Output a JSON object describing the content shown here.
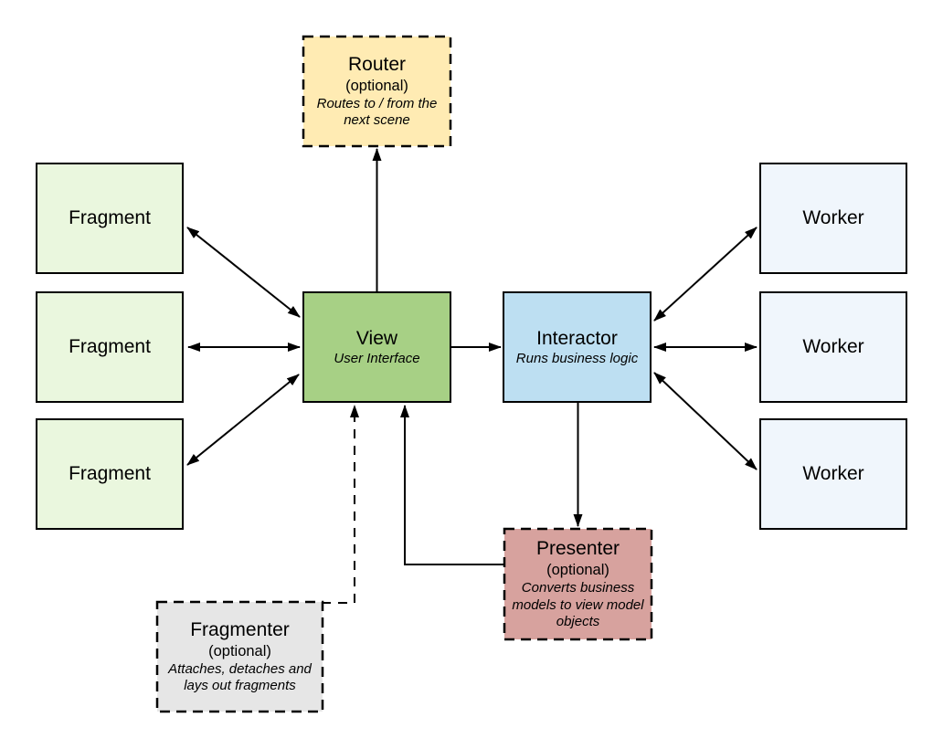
{
  "diagram": {
    "type": "architecture-diagram",
    "background": "#FFFFFF",
    "stroke_color": "#000000"
  },
  "nodes": {
    "router": {
      "title": "Router",
      "subtitle": "(optional)",
      "description": "Routes to / from the next scene",
      "fill": "#FFEBB3",
      "border": "dashed"
    },
    "view": {
      "title": "View",
      "description": "User Interface",
      "fill": "#A7D085",
      "border": "solid"
    },
    "interactor": {
      "title": "Interactor",
      "description": "Runs business logic",
      "fill": "#BDDFF2",
      "border": "solid"
    },
    "presenter": {
      "title": "Presenter",
      "subtitle": "(optional)",
      "description": "Converts business models to view model objects",
      "fill": "#D7A29E",
      "border": "dashed"
    },
    "fragmenter": {
      "title": "Fragmenter",
      "subtitle": "(optional)",
      "description": "Attaches, detaches and lays out fragments",
      "fill": "#E6E6E6",
      "border": "dashed"
    },
    "fragment": {
      "title": "Fragment",
      "fill": "#EAF7DE",
      "border": "solid"
    },
    "worker": {
      "title": "Worker",
      "fill": "#F0F6FC",
      "border": "solid"
    }
  },
  "edges": [
    {
      "from": "view",
      "to": "router",
      "style": "solid",
      "arrows": "end"
    },
    {
      "from": "view",
      "to": "interactor",
      "style": "solid",
      "arrows": "end"
    },
    {
      "from": "fragment-1",
      "to": "view",
      "style": "solid",
      "arrows": "both"
    },
    {
      "from": "fragment-2",
      "to": "view",
      "style": "solid",
      "arrows": "both"
    },
    {
      "from": "fragment-3",
      "to": "view",
      "style": "solid",
      "arrows": "both"
    },
    {
      "from": "interactor",
      "to": "worker-1",
      "style": "solid",
      "arrows": "both"
    },
    {
      "from": "interactor",
      "to": "worker-2",
      "style": "solid",
      "arrows": "both"
    },
    {
      "from": "interactor",
      "to": "worker-3",
      "style": "solid",
      "arrows": "both"
    },
    {
      "from": "interactor",
      "to": "presenter",
      "style": "solid",
      "arrows": "end"
    },
    {
      "from": "presenter",
      "to": "view",
      "style": "solid",
      "arrows": "end"
    },
    {
      "from": "fragmenter",
      "to": "view",
      "style": "dashed",
      "arrows": "end"
    }
  ]
}
